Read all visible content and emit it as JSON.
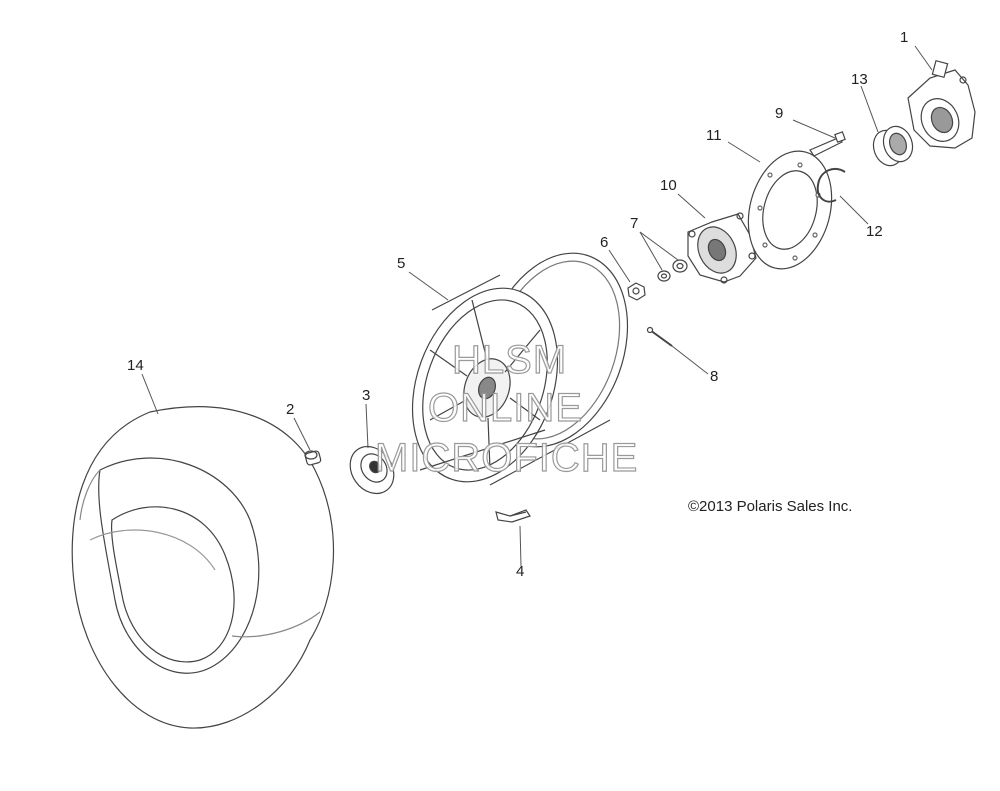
{
  "copyright": "©2013 Polaris Sales Inc.",
  "watermark": {
    "line1": "HLSM",
    "line2": "ONLINE",
    "line3": "MICROFICHE"
  },
  "callouts": [
    "1",
    "2",
    "3",
    "4",
    "5",
    "6",
    "7",
    "8",
    "9",
    "10",
    "11",
    "12",
    "13",
    "14"
  ]
}
